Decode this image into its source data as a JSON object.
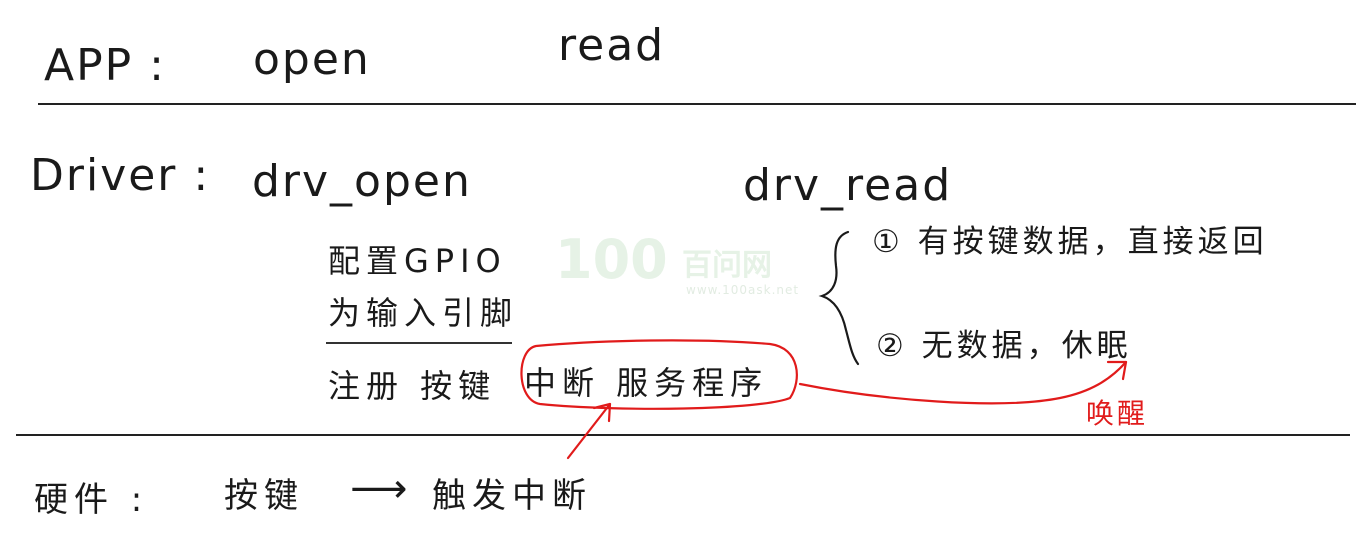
{
  "app_row": {
    "label": "APP :",
    "open": "open",
    "read": "read"
  },
  "driver_row": {
    "label": "Driver :",
    "drv_open": "drv_open",
    "drv_read": "drv_read"
  },
  "driver_open_steps": {
    "line1": "配置GPIO",
    "line2": "为输入引脚",
    "register_prefix": "注册 按键",
    "isr": "中断 服务程序"
  },
  "drv_read_branches": {
    "branch1": "① 有按键数据，直接返回",
    "branch2": "② 无数据，休眠"
  },
  "wake_label": "唤醒",
  "hardware_row": {
    "label": "硬件 :",
    "key": "按键",
    "arrow": "⟶",
    "trigger": "触发中断"
  },
  "watermark": {
    "logo": "100",
    "brand": "百问网",
    "url": "www.100ask.net"
  },
  "colors": {
    "ink": "#1a1a1a",
    "annotation": "#e11b1b",
    "watermark": "#e6f2e6"
  }
}
